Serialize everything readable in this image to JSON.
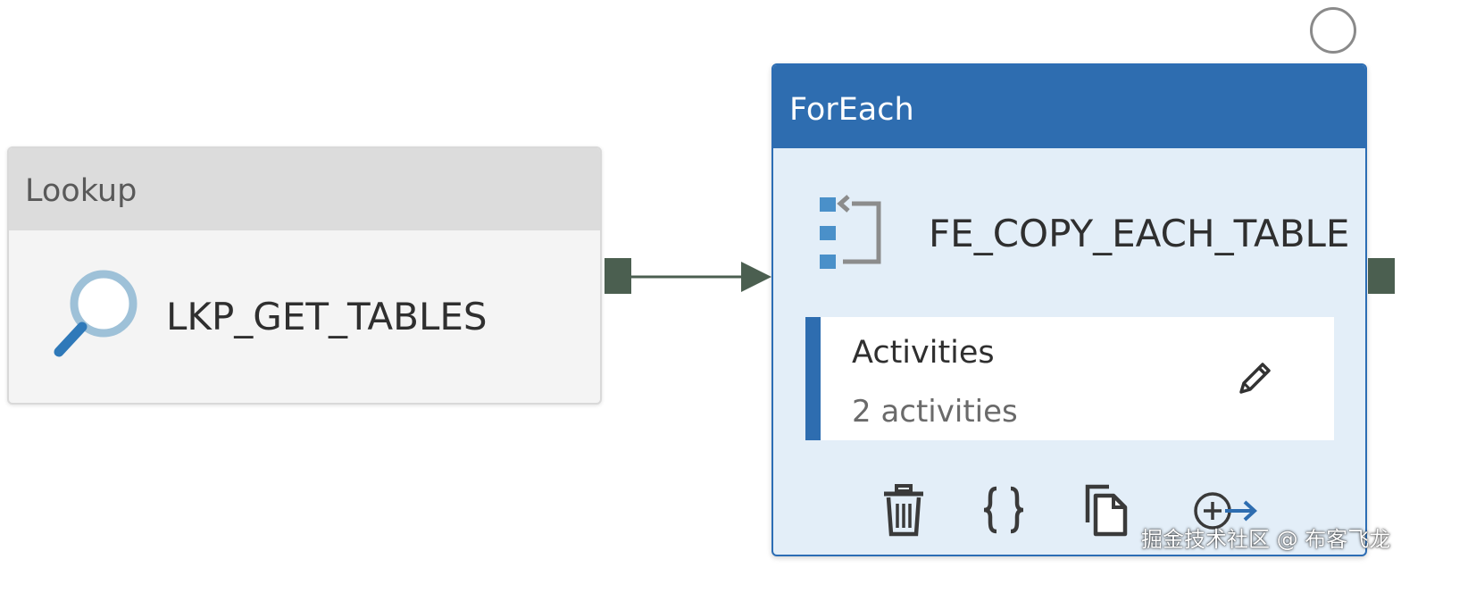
{
  "lookup": {
    "type_label": "Lookup",
    "name": "LKP_GET_TABLES",
    "icon": "search-icon"
  },
  "foreach": {
    "type_label": "ForEach",
    "name": "FE_COPY_EACH_TABLE",
    "icon": "foreach-loop-icon",
    "activities": {
      "title": "Activities",
      "count_text": "2 activities"
    },
    "toolbar_icons": [
      "delete-icon",
      "code-braces-icon",
      "copy-icon",
      "add-output-icon"
    ]
  },
  "watermark": "掘金技术社区 @ 布客飞龙",
  "colors": {
    "header_blue": "#2e6db0",
    "foreach_body": "#e3eef8",
    "lookup_header": "#dcdcdc",
    "lookup_body": "#f4f4f4",
    "port": "#4b5f50"
  }
}
